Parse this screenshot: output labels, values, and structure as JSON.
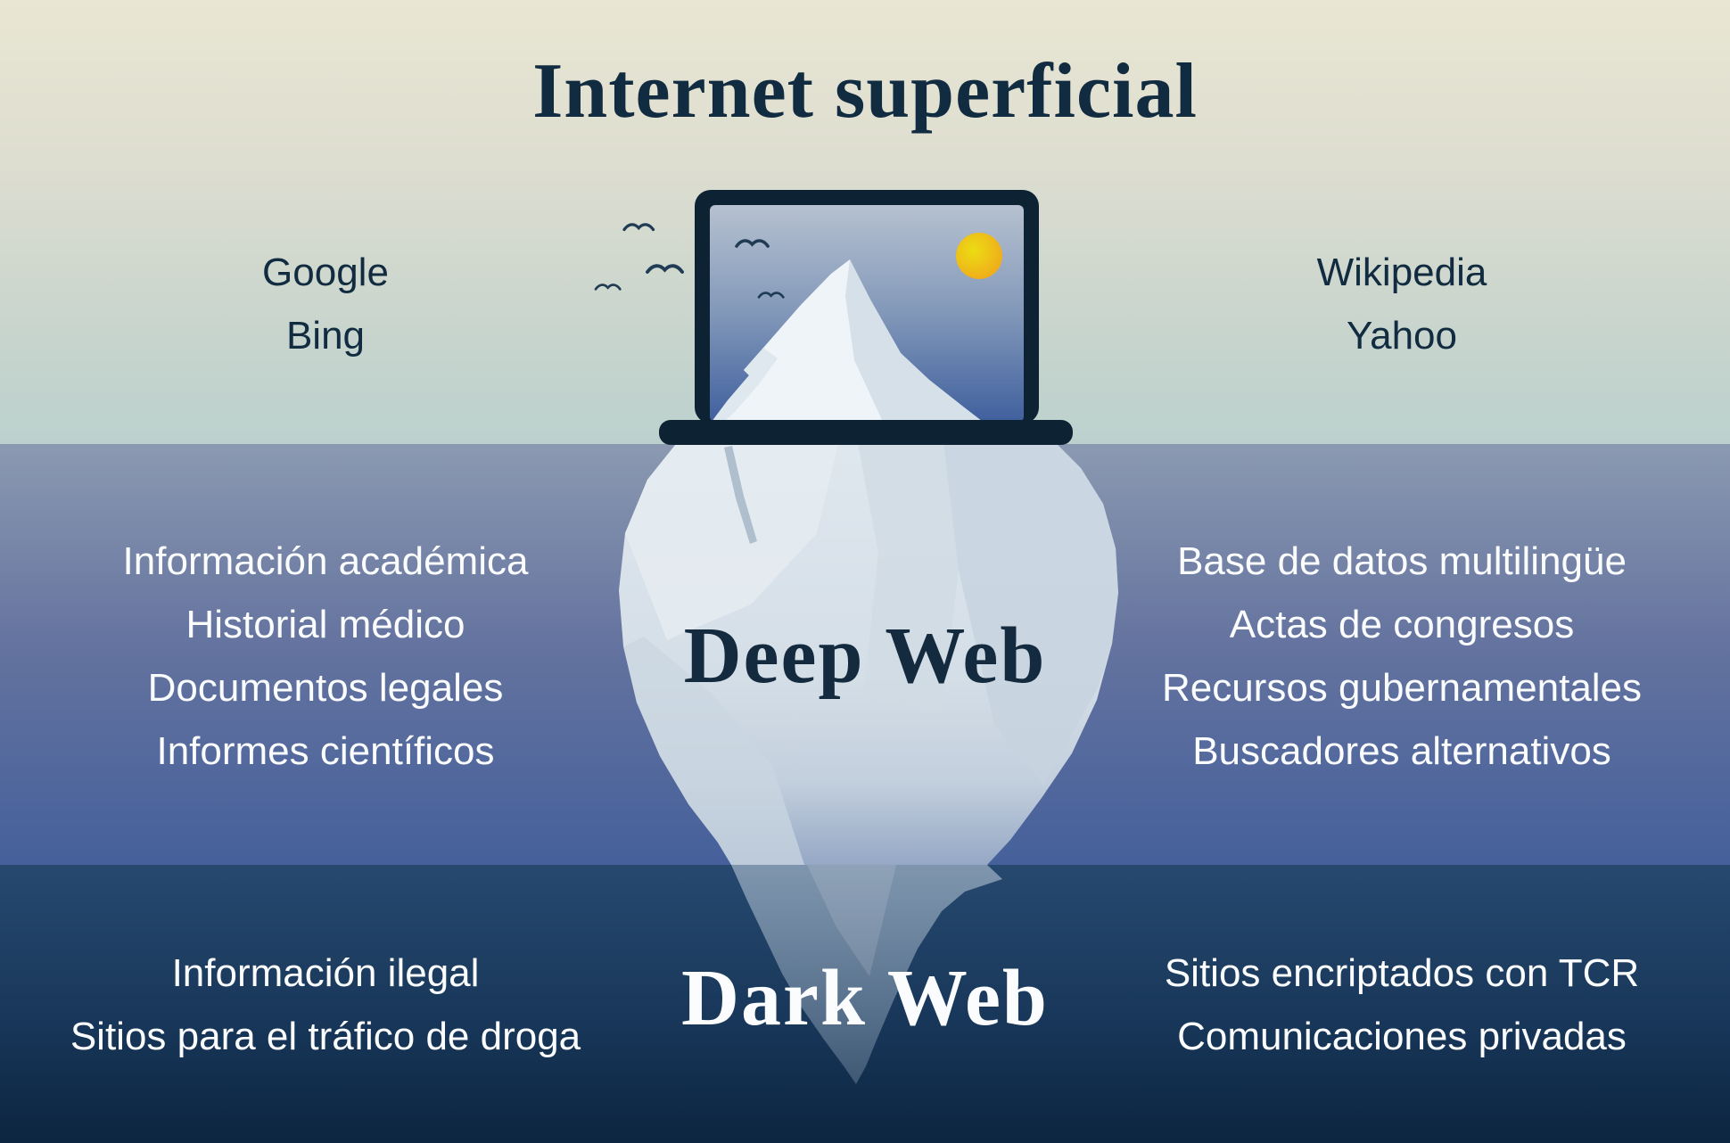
{
  "title": "Internet superficial",
  "surface": {
    "left_items": [
      "Google",
      "Bing"
    ],
    "right_items": [
      "Wikipedia",
      "Yahoo"
    ]
  },
  "deep": {
    "label": "Deep Web",
    "left_items": [
      "Información académica",
      "Historial médico",
      "Documentos legales",
      "Informes científicos"
    ],
    "right_items": [
      "Base de datos multilingüe",
      "Actas de congresos",
      "Recursos gubernamentales",
      "Buscadores alternativos"
    ]
  },
  "dark": {
    "label": "Dark Web",
    "left_items": [
      "Información ilegal",
      "Sitios para el tráfico de droga"
    ],
    "right_items": [
      "Sitios encriptados con TCR",
      "Comunicaciones privadas"
    ]
  },
  "icons": {
    "sun": "sun-icon",
    "birds": "bird-icon",
    "laptop": "laptop-illustration",
    "iceberg": "iceberg-illustration"
  },
  "colors": {
    "surface_top": "#e9e7d3",
    "surface_bottom": "#bcd1ce",
    "deep_top": "#8b99b1",
    "deep_bottom": "#45609b",
    "dark_top": "#27496f",
    "dark_bottom": "#0c2540",
    "text_navy": "#112b40",
    "text_white": "#fafcfd",
    "sun_yellow": "#eddc15",
    "sun_orange": "#f0a21c",
    "laptop_frame": "#0d2232",
    "iceberg_light": "#eff4f8"
  }
}
